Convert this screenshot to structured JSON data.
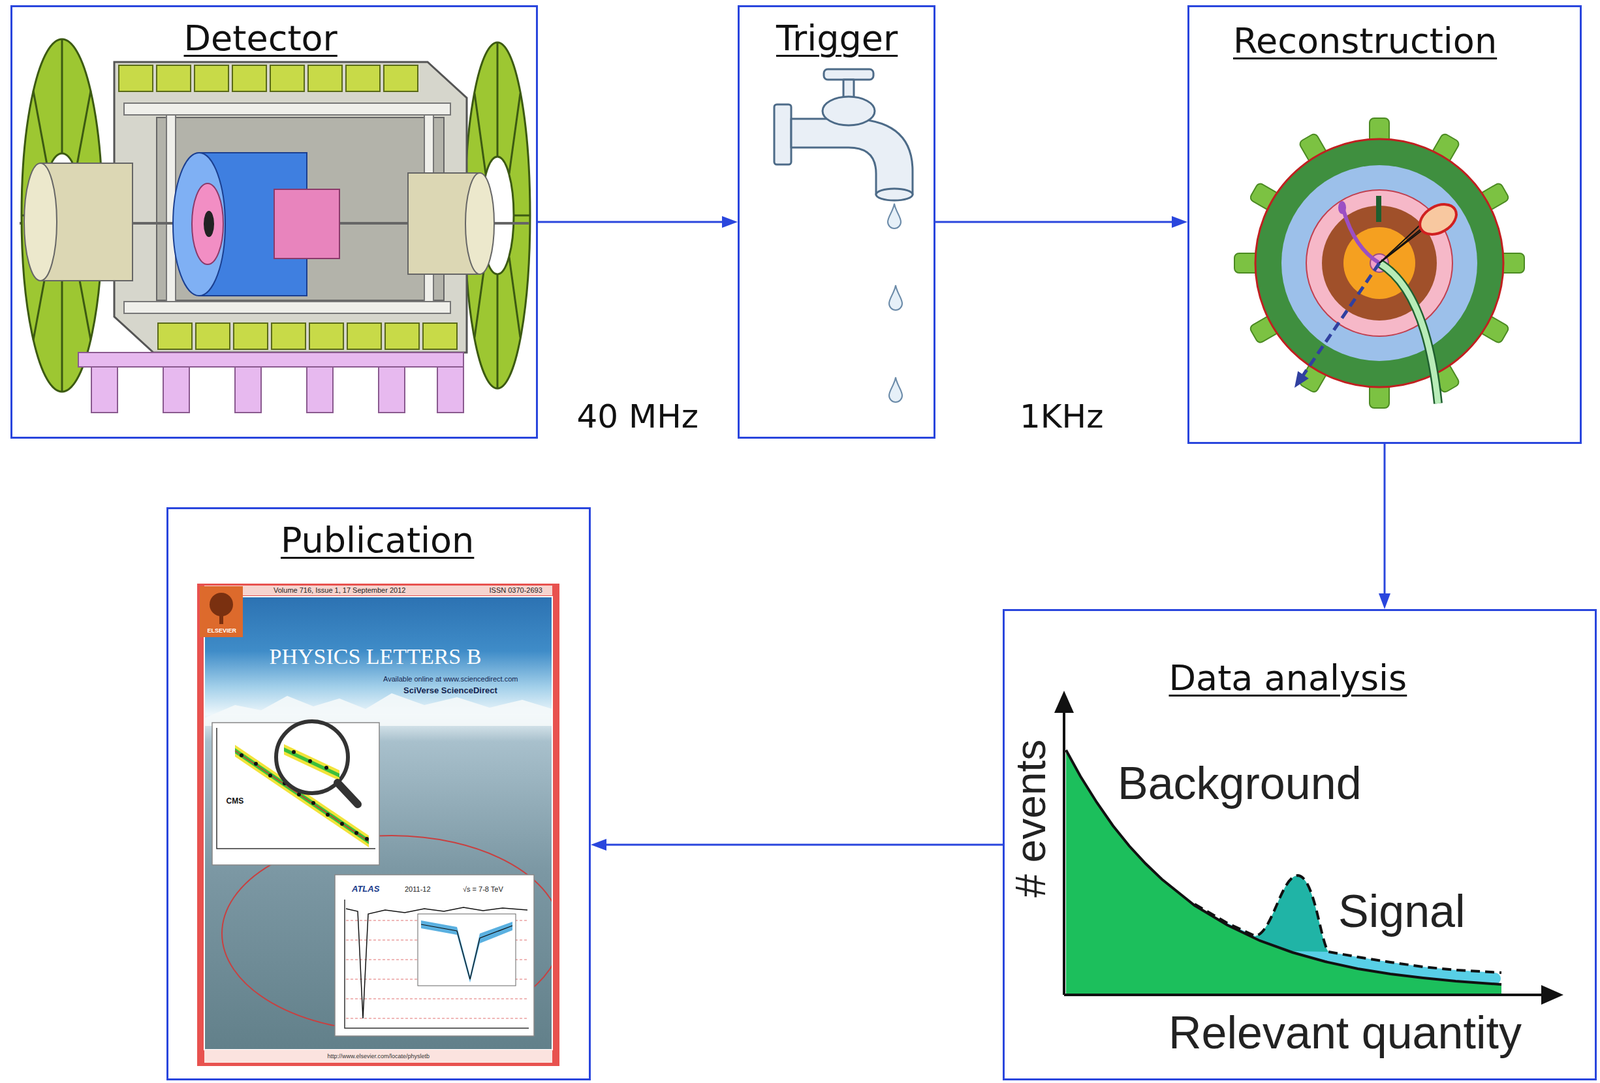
{
  "diagram": {
    "nodes": [
      {
        "text": [
          "Detector"
        ]
      },
      {
        "text": [
          "Trigger"
        ]
      },
      {
        "text": [
          "Reconstruction"
        ]
      },
      {
        "text": [
          "Data analysis",
          "# events",
          "Background",
          "Signal",
          "Relevant quantity"
        ]
      },
      {
        "text": [
          "Publication",
          "Volume 716, Issue 1, 17 September 2012",
          "ISSN 0370-2693",
          "ELSEVIER",
          "PHYSICS LETTERS B",
          "Available online at www.sciencedirect.com",
          "SciVerse ScienceDirect",
          "CMS",
          "ATLAS",
          "2011-12",
          "√s = 7-8 TeV",
          "http://www.elsevier.com/locate/physletb"
        ]
      }
    ],
    "edges": [
      {
        "from": 0,
        "to": 1,
        "arrow": "to",
        "label": "40 MHz"
      },
      {
        "from": 1,
        "to": 2,
        "arrow": "to",
        "label": "1KHz"
      },
      {
        "from": 2,
        "to": 3,
        "arrow": "to"
      },
      {
        "from": 3,
        "to": 4,
        "arrow": "to"
      }
    ]
  }
}
